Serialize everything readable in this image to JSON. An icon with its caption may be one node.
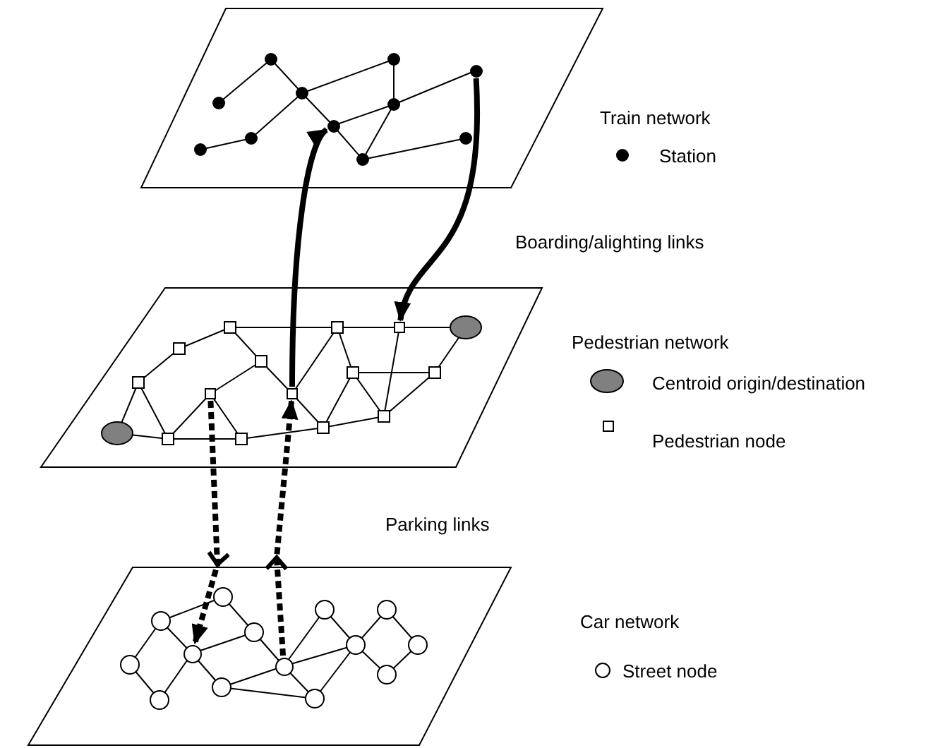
{
  "diagram": {
    "nodes": [
      {
        "text": [],
        "shape": "parallelogram"
      },
      {
        "text": [],
        "shape": "circle",
        "in": 0
      },
      {
        "text": [],
        "shape": "circle",
        "in": 0
      },
      {
        "text": [],
        "shape": "parallelogram"
      },
      {
        "text": [],
        "shape": "box",
        "in": 3
      },
      {
        "text": [],
        "shape": "box",
        "in": 3
      },
      {
        "text": [],
        "shape": "box",
        "in": 3
      },
      {
        "text": [],
        "shape": "parallelogram"
      },
      {
        "text": [],
        "shape": "circle",
        "in": 7
      },
      {
        "text": [],
        "shape": "circle",
        "in": 7
      }
    ],
    "edges": [
      {
        "from": 4,
        "to": 1,
        "arrow": "to"
      },
      {
        "from": 2,
        "to": 5,
        "arrow": "to"
      },
      {
        "from": 6,
        "to": 8,
        "arrow": "to",
        "style": "dashed"
      },
      {
        "from": 9,
        "to": 4,
        "arrow": "to",
        "style": "dashed"
      }
    ],
    "labels": [
      "Train network",
      "Boarding/alighting links",
      "Pedestrian network",
      "Parking links",
      "Car network"
    ],
    "legend": [
      {
        "text": "Station"
      },
      {
        "text": "Centroid origin/destination"
      },
      {
        "text": "Pedestrian node"
      },
      {
        "text": "Street node"
      }
    ]
  }
}
